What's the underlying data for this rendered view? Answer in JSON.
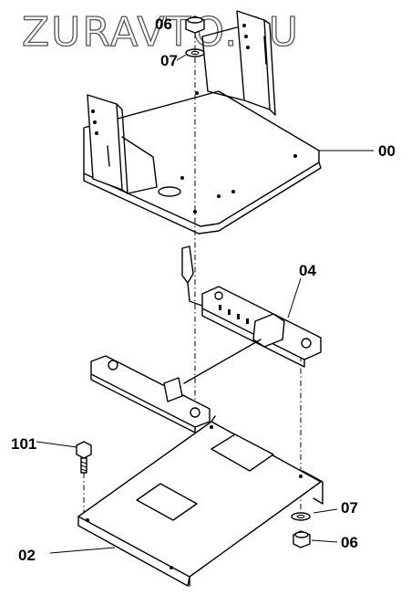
{
  "watermark": "ZURAVTO.RU",
  "callouts": {
    "seat_support": "00",
    "base_plate": "02",
    "slide_rail": "04",
    "nut_top": "06",
    "washer_top": "07",
    "washer_bottom": "07",
    "nut_bottom": "06",
    "bolt": "101"
  }
}
